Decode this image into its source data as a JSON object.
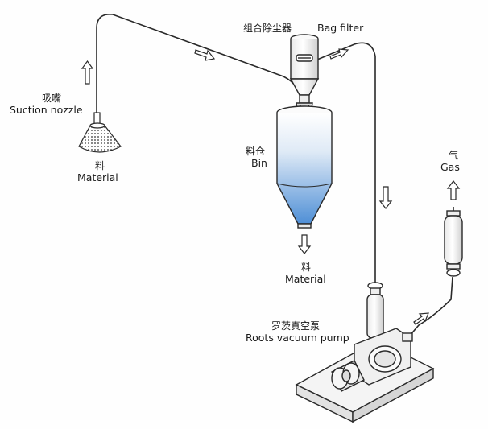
{
  "labels": {
    "bag_filter_cn": "组合除尘器",
    "bag_filter_en": "Bag filter",
    "suction_cn": "吸嘴",
    "suction_en": "Suction nozzle",
    "material_left_cn": "料",
    "material_left_en": "Material",
    "bin_cn": "料仓",
    "bin_en": "Bin",
    "material_bottom_cn": "料",
    "material_bottom_en": "Material",
    "gas_cn": "气",
    "gas_en": "Gas",
    "pump_cn": "罗茨真空泵",
    "pump_en": "Roots vacuum pump"
  },
  "colors": {
    "line": "#2a2a2a",
    "bin_top": "#ffffff",
    "bin_bottom": "#4f8fd6",
    "base_top": "#f4f4f4",
    "base_side": "#e2e2e2"
  },
  "icons": [
    "flow-arrow-icon",
    "suction-nozzle-icon",
    "bag-filter-icon",
    "bin-icon",
    "silencer-icon",
    "roots-pump-icon"
  ]
}
